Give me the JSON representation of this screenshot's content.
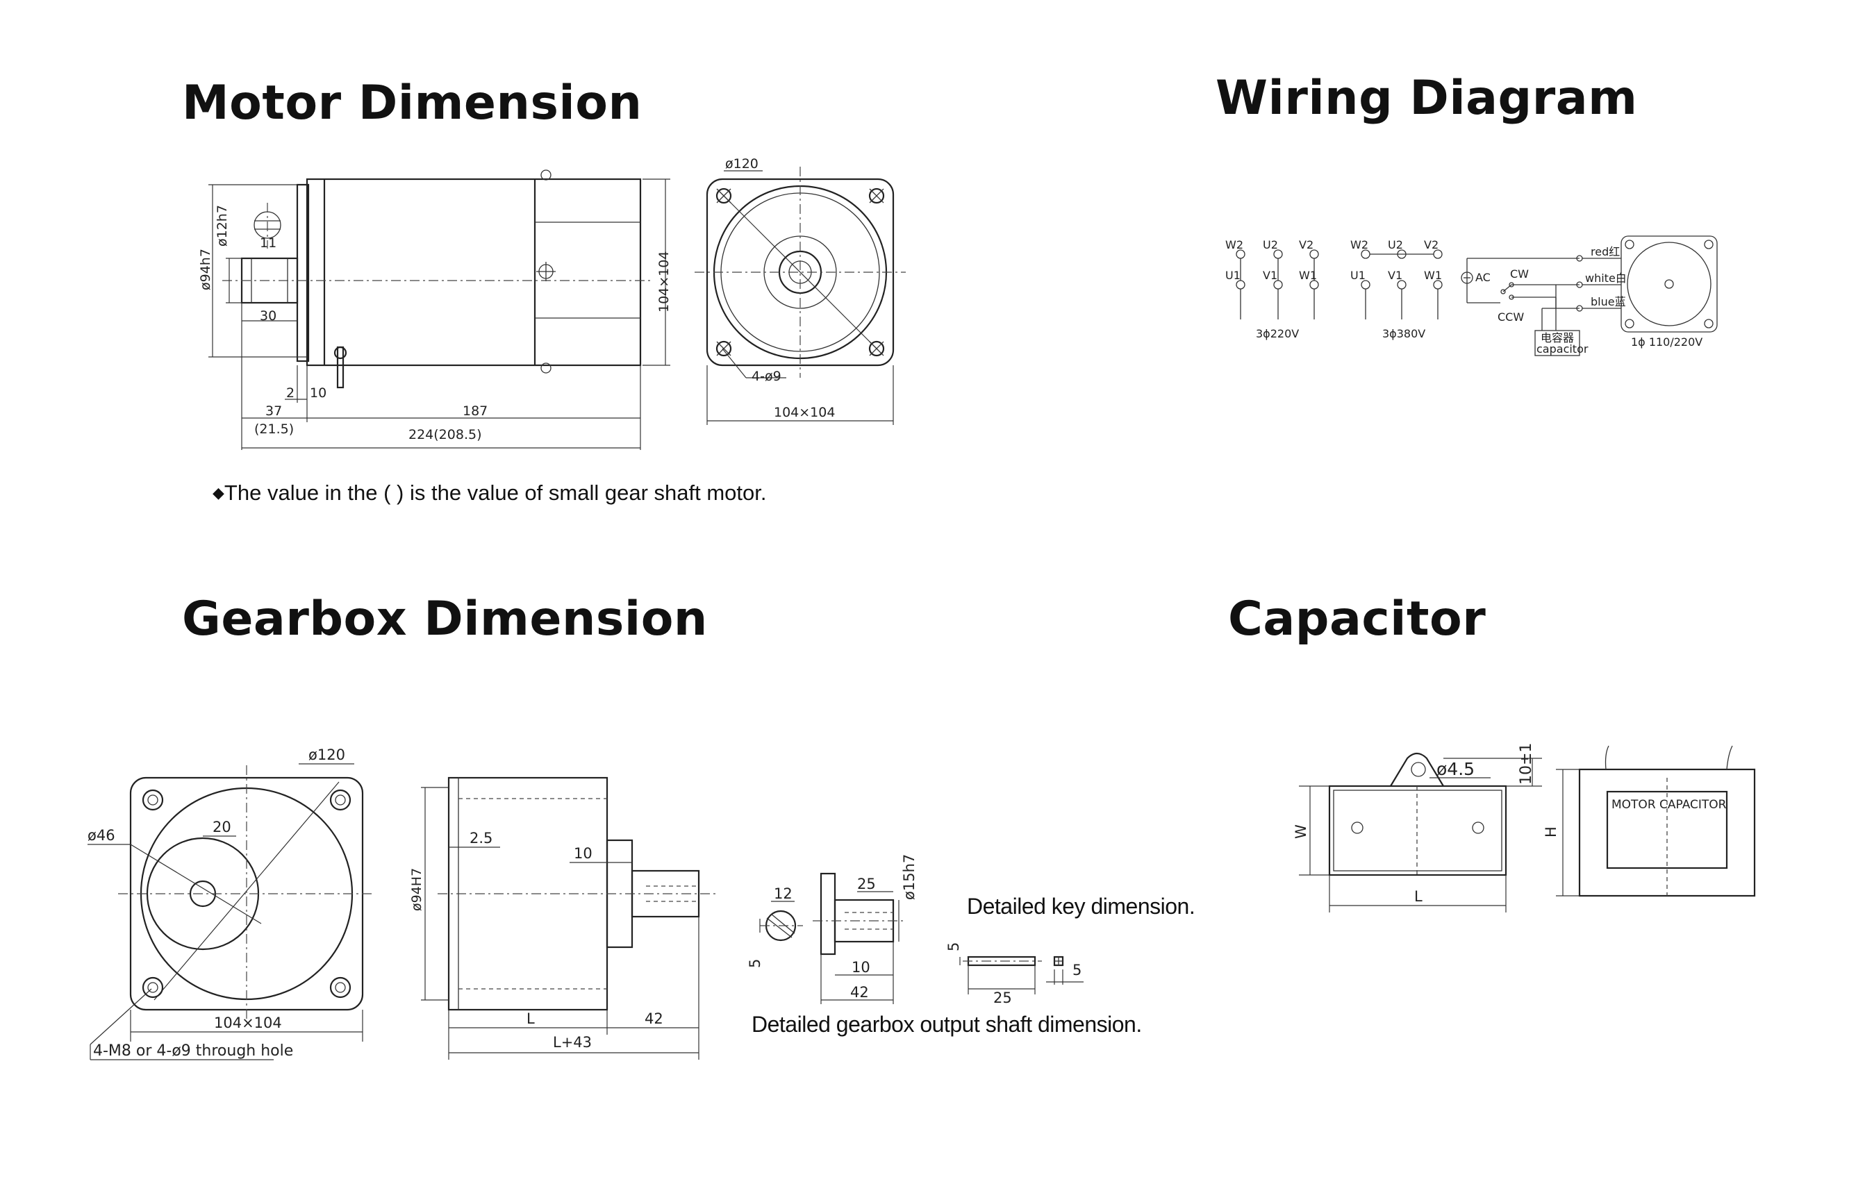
{
  "headings": {
    "motor": "Motor Dimension",
    "wiring": "Wiring Diagram",
    "gearbox": "Gearbox Dimension",
    "capacitor": "Capacitor"
  },
  "motor": {
    "note": "The value in the ( ) is the value of small gear shaft motor.",
    "dims": {
      "phi94h7": "ø94h7",
      "phi12h7": "ø12h7",
      "d11": "11",
      "d30": "30",
      "d2": "2",
      "d10": "10",
      "d37": "37",
      "d21_5": "(21.5)",
      "d187": "187",
      "d224": "224(208.5)",
      "d104v": "104×104",
      "phi120": "ø120",
      "holes": "4-ø9",
      "d104h": "104×104"
    }
  },
  "wiring": {
    "three_phase_220": {
      "top": [
        "W2",
        "U2",
        "V2"
      ],
      "bottom": [
        "U1",
        "V1",
        "W1"
      ],
      "label": "3ϕ220V"
    },
    "three_phase_380": {
      "top": [
        "W2",
        "U2",
        "V2"
      ],
      "bottom": [
        "U1",
        "V1",
        "W1"
      ],
      "label": "3ϕ380V"
    },
    "single_phase": {
      "ac": "AC",
      "cw": "CW",
      "ccw": "CCW",
      "red": "red红",
      "white": "white白",
      "blue": "blue蓝",
      "capacitor_cn": "电容器",
      "capacitor_en": "capacitor",
      "label": "1ϕ  110/220V"
    }
  },
  "gearbox": {
    "front": {
      "phi120": "ø120",
      "phi46": "ø46",
      "d20": "20",
      "d104": "104×104",
      "holes": "4-M8 or 4-ø9 through hole"
    },
    "side": {
      "phi94h7": "ø94H7",
      "d2_5": "2.5",
      "d10": "10",
      "dL": "L",
      "d42": "42",
      "dL43": "L+43"
    },
    "shaft": {
      "d12": "12",
      "d5": "5",
      "d25": "25",
      "phi15h7": "ø15h7",
      "d10": "10",
      "d42": "42"
    },
    "key": {
      "d5a": "5",
      "d25": "25",
      "d5b": "5"
    },
    "key_caption": "Detailed key dimension.",
    "shaft_caption": "Detailed gearbox output shaft dimension."
  },
  "capacitor": {
    "phi4_5": "ø4.5",
    "d10": "10±1",
    "W": "W",
    "L": "L",
    "H": "H",
    "box_label": "MOTOR CAPACITOR"
  }
}
